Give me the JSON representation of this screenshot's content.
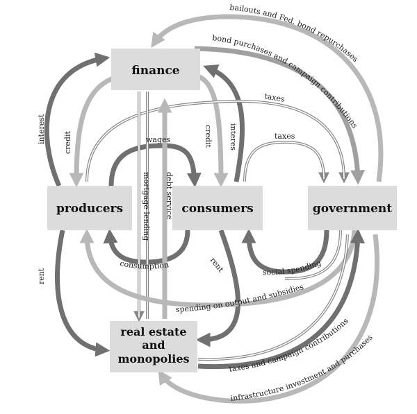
{
  "nodes": {
    "finance": "finance",
    "producers": "producers",
    "consumers": "consumers",
    "government": "government",
    "real_estate_line1": "real estate",
    "real_estate_line2": "and",
    "real_estate_line3": "monopolies"
  },
  "flows": {
    "bailouts": "bailouts and Fed. bond repurchases",
    "bond_purchases": "bond purchases and campaign contributions",
    "taxes_top": "taxes",
    "taxes_mid": "taxes",
    "interest_left": "interest",
    "credit_left": "credit",
    "wages": "wages",
    "credit_right": "credit",
    "interest_right": "interest",
    "mortgage_lending": "mortgage lending",
    "debt_service": "debt service",
    "consumption": "consumption",
    "rent_center": "rent",
    "social_spending": "social spending",
    "spending_output": "spending on output and subsidies",
    "rent_left": "rent",
    "taxes_campaign": "taxes and campaign contributions",
    "infrastructure": "infrastructure investment and purchases"
  },
  "colors": {
    "box": "#dcdcdc",
    "arrow_dark": "#707070",
    "arrow_mid": "#a0a0a0",
    "arrow_light": "#b8b8b8"
  }
}
